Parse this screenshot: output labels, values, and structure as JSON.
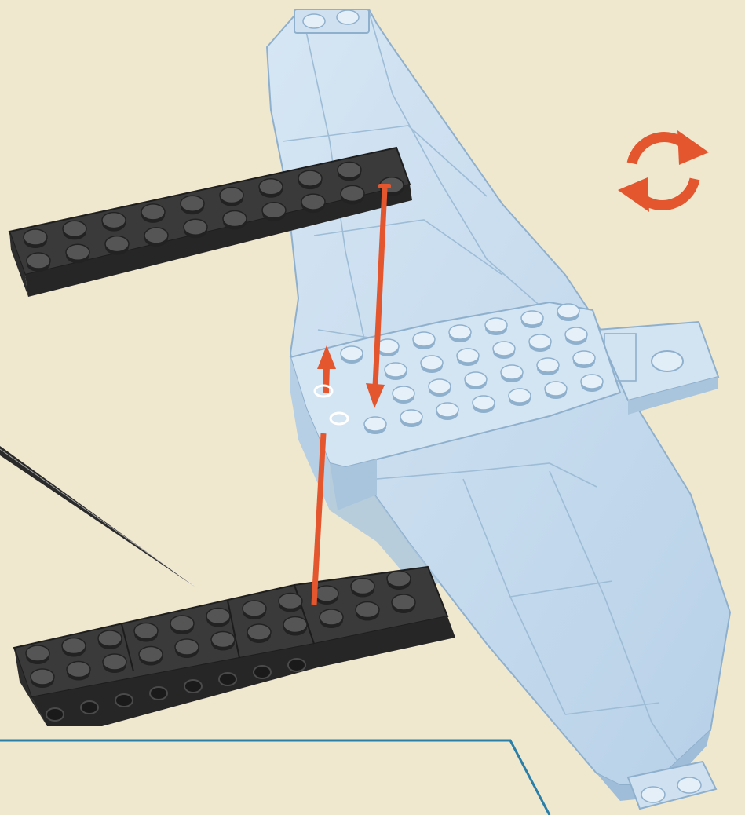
{
  "colors": {
    "background": "#efe8cf",
    "wing": "#c5dcef",
    "wing_shade": "#a9c5dd",
    "wing_line": "#8fb0cd",
    "plate_dark": "#3a3a3a",
    "plate_dark_side": "#262626",
    "stud_dark": "#555555",
    "arrow": "#e4572e",
    "callout_line": "#2a7fa8",
    "rotate_icon": "#e4572e"
  },
  "icons": {
    "rotate": "rotate-model-icon"
  },
  "parts": [
    "long-dark-plate",
    "dark-brick-assembly",
    "light-blue-wing"
  ]
}
